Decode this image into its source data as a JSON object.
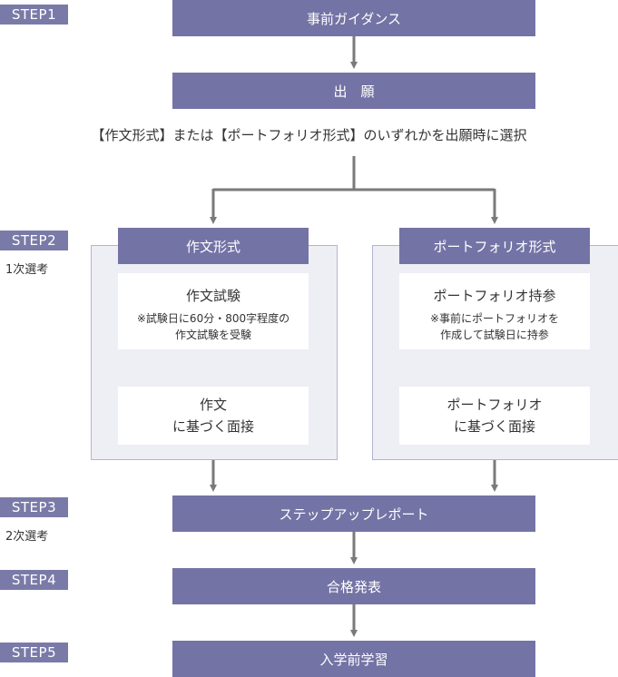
{
  "steps": {
    "step1": "STEP1",
    "step2": "STEP2",
    "step2_sub": "1次選考",
    "step3": "STEP3",
    "step3_sub": "2次選考",
    "step4": "STEP4",
    "step5": "STEP5"
  },
  "boxes": {
    "guidance": "事前ガイダンス",
    "application": "出　願",
    "selection_note": "【作文形式】または【ポートフォリオ形式】のいずれかを出願時に選択",
    "report": "ステップアップレポート",
    "result": "合格発表",
    "enrollment": "入学前学習"
  },
  "essay": {
    "header": "作文形式",
    "test_title": "作文試験",
    "test_desc": "※試験日に60分・800字程度の\n作文試験を受験",
    "interview": "作文\nに基づく面接"
  },
  "portfolio": {
    "header": "ポートフォリオ形式",
    "bring_title": "ポートフォリオ持参",
    "bring_desc": "※事前にポートフォリオを\n作成して試験日に持参",
    "interview": "ポートフォリオ\nに基づく面接"
  },
  "colors": {
    "bar": "#7473a5",
    "step_badge": "#7a7aa8",
    "panel_border": "#b4b4d2",
    "connector": "#7a7a7a"
  }
}
